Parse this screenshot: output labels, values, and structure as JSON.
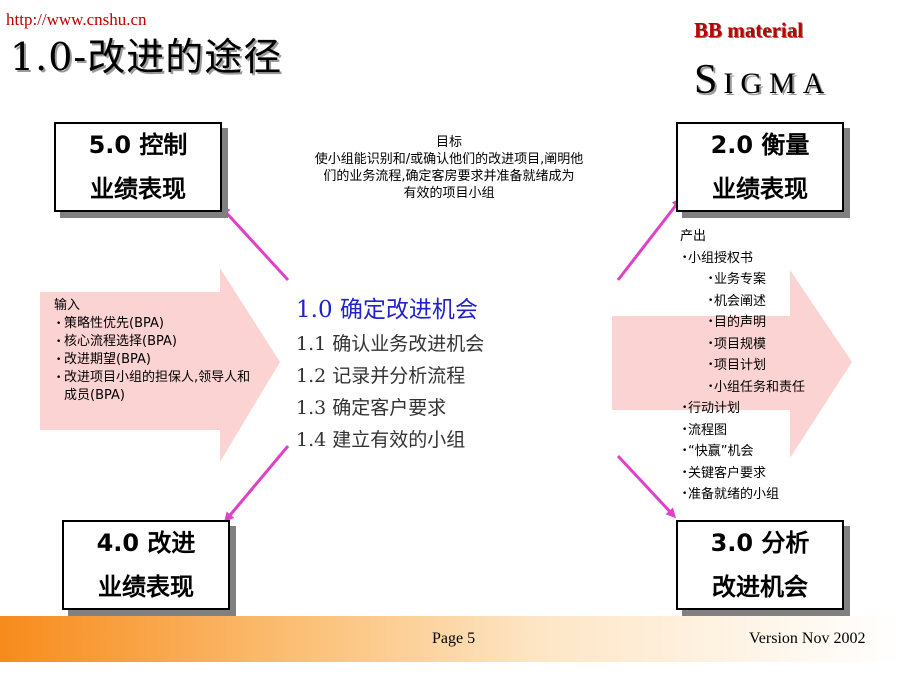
{
  "header": {
    "url": "http://www.cnshu.cn",
    "title": "1.0-改进的途径",
    "brand": "BB material",
    "logo_s": "S",
    "logo_rest": "IGMA"
  },
  "boxes": {
    "control": [
      "5.0 控制",
      "业绩表现"
    ],
    "measure": [
      "2.0 衡量",
      "业绩表现"
    ],
    "improve": [
      "4.0 改进",
      "业绩表现"
    ],
    "analyze": [
      "3.0 分析",
      "改进机会"
    ]
  },
  "goal": {
    "heading": "目标",
    "lines": [
      "使小组能识别和/或确认他们的改进项目,阐明他",
      "们的业务流程,确定客房要求并准备就绪成为",
      "有效的项目小组"
    ]
  },
  "inputs": {
    "heading": "输入",
    "items": [
      "策略性优先(BPA)",
      "核心流程选择(BPA)",
      "改进期望(BPA)",
      "改进项目小组的担保人,领导人和成员(BPA)"
    ]
  },
  "outputs": {
    "heading": "产出",
    "items": [
      {
        "text": "小组授权书",
        "sub": false
      },
      {
        "text": "业务专案",
        "sub": true
      },
      {
        "text": "机会阐述",
        "sub": true
      },
      {
        "text": "目的声明",
        "sub": true
      },
      {
        "text": "项目规模",
        "sub": true
      },
      {
        "text": "项目计划",
        "sub": true
      },
      {
        "text": "小组任务和责任",
        "sub": true
      },
      {
        "text": "行动计划",
        "sub": false
      },
      {
        "text": "流程图",
        "sub": false
      },
      {
        "text": "“快赢”机会",
        "sub": false
      },
      {
        "text": "关键客户要求",
        "sub": false
      },
      {
        "text": "准备就绪的小组",
        "sub": false
      }
    ]
  },
  "center": {
    "heading": "1.0 确定改进机会",
    "items": [
      "1.1 确认业务改进机会",
      "1.2 记录并分析流程",
      "1.3 确定客户要求",
      "1.4 建立有效的小组"
    ]
  },
  "footer": {
    "page": "Page   5",
    "version": "Version Nov 2002"
  },
  "colors": {
    "arrow_fill": "#fbd3d3",
    "connector": "#e040c8",
    "heading_blue": "#2222cc",
    "brand_red": "#c00000"
  }
}
